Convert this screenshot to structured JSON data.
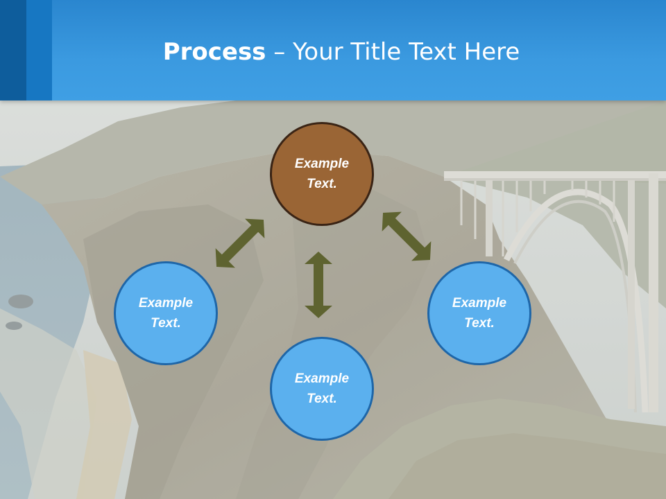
{
  "slide": {
    "title_bold": "Process",
    "title_rest": " – Your Title Text Here"
  },
  "nodes": {
    "top": "Example Text.",
    "left": "Example Text.",
    "bottom": "Example Text.",
    "right": "Example Text."
  },
  "colors": {
    "header": "#3b9ae0",
    "header_dark_stripe": "#0e5d9c",
    "header_mid_stripe": "#1777c2",
    "node_center": "#9a6535",
    "node_outer": "#5bb0ee",
    "arrow": "#5e6330"
  },
  "icons": {
    "arrow": "double-headed-arrow"
  }
}
